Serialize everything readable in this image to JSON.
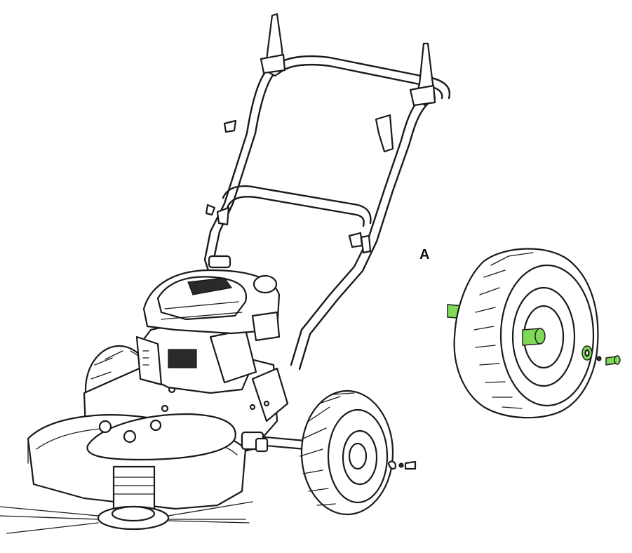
{
  "callouts": {
    "detail_label": "A"
  },
  "highlight_color": "#7ed957",
  "line_color": "#1a1a1a",
  "icons": {
    "mower": "wheeled-trimmer-mower-drawing",
    "detail": "wheel-assembly-detail-drawing"
  }
}
